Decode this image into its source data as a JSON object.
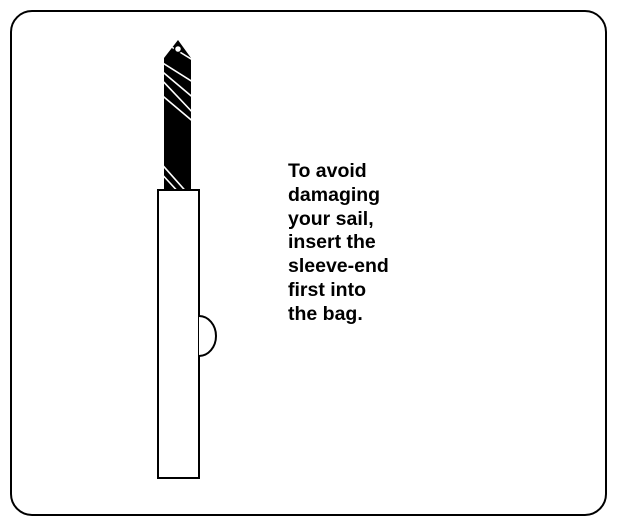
{
  "instruction": {
    "lines": [
      "To avoid",
      "damaging",
      "your sail,",
      "insert the",
      "sleeve-end",
      "first into",
      "the bag."
    ]
  },
  "colors": {
    "ink": "#000000",
    "paper": "#ffffff"
  },
  "icons": {
    "sail": "rolled-sail-icon",
    "bag": "sail-bag-icon"
  }
}
